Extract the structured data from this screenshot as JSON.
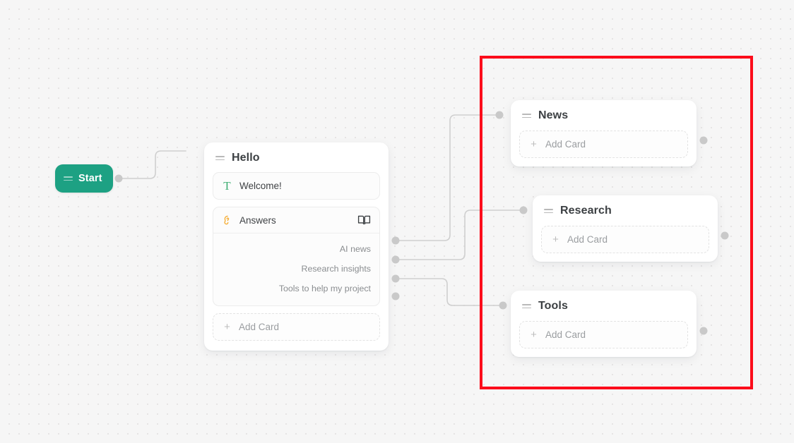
{
  "canvas": {
    "background_color": "#f6f6f6",
    "dot_color": "#e6e4e4"
  },
  "start_node": {
    "label": "Start",
    "color": "#1da183",
    "handle_icon": "drag-handle-icon"
  },
  "hello_card": {
    "title": "Hello",
    "handle_icon": "drag-handle-icon",
    "blocks": [
      {
        "icon": "text-format-icon",
        "icon_color": "#3fae73",
        "label": "Welcome!"
      },
      {
        "icon": "ear-listen-icon",
        "icon_color": "#f5a623",
        "label": "Answers",
        "action_icon": "open-book-icon",
        "answers": [
          "AI news",
          "Research insights",
          "Tools to help my project"
        ]
      }
    ],
    "add_card": {
      "label": "Add Card",
      "plus_icon": "plus-icon"
    }
  },
  "output_cards": [
    {
      "id": "news",
      "title": "News",
      "handle_icon": "drag-handle-icon",
      "add_card": {
        "label": "Add Card",
        "plus_icon": "plus-icon"
      }
    },
    {
      "id": "research",
      "title": "Research",
      "handle_icon": "drag-handle-icon",
      "add_card": {
        "label": "Add Card",
        "plus_icon": "plus-icon"
      }
    },
    {
      "id": "tools",
      "title": "Tools",
      "handle_icon": "drag-handle-icon",
      "add_card": {
        "label": "Add Card",
        "plus_icon": "plus-icon"
      }
    }
  ],
  "annotation": {
    "shape": "rectangle",
    "color": "#fc0d1b",
    "stroke_width": 4
  }
}
